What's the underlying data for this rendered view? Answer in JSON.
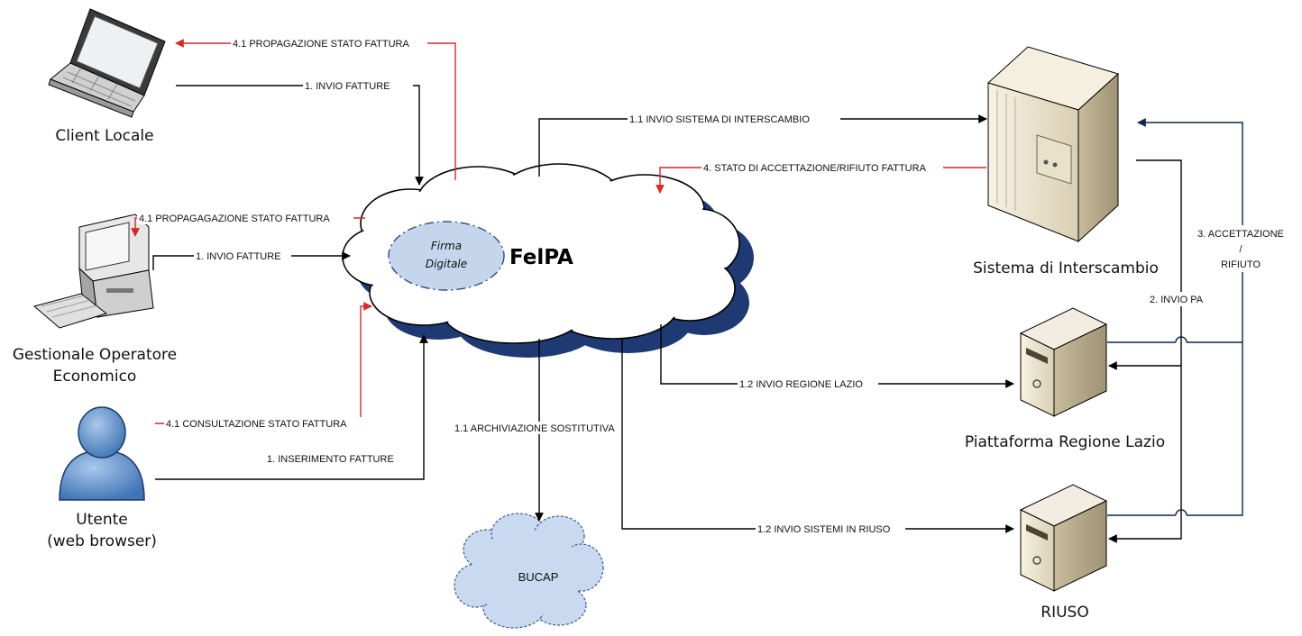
{
  "nodes": {
    "client_locale": "Client Locale",
    "gestionale_line1": "Gestionale Operatore",
    "gestionale_line2": "Economico",
    "utente_line1": "Utente",
    "utente_line2": "(web browser)",
    "felpa": "FelPA",
    "firma_line1": "Firma",
    "firma_line2": "Digitale",
    "sdi": "Sistema di Interscambio",
    "regione": "Piattaforma Regione Lazio",
    "riuso": "RIUSO",
    "bucap": "BUCAP"
  },
  "edges": {
    "prop_client": "4.1 PROPAGAZIONE STATO FATTURA",
    "invio_client": "1. INVIO FATTURE",
    "prop_gest": "4.1 PROPAGAGAZIONE STATO FATTURA",
    "invio_gest": "1. INVIO FATTURE",
    "consult_utente": "4.1 CONSULTAZIONE STATO FATTURA",
    "inserimento": "1. INSERIMENTO FATTURE",
    "invio_sdi": "1.1 INVIO SISTEMA DI INTERSCAMBIO",
    "stato_sdi": "4. STATO DI ACCETTAZIONE/RIFIUTO FATTURA",
    "archiviazione": "1.1 ARCHIVIAZIONE SOSTITUTIVA",
    "invio_regione": "1.2 INVIO REGIONE LAZIO",
    "invio_riuso": "1.2 INVIO SISTEMI IN RIUSO",
    "invio_pa": "2. INVIO PA",
    "accettazione_line1": "3. ACCETTAZIONE",
    "accettazione_line2": "/",
    "accettazione_line3": "RIFIUTO"
  },
  "colors": {
    "black_edges": "#000000",
    "red_edges": "#d42a2a",
    "navy_edges": "#0d2748",
    "cloud_fill": "#ffffff",
    "cloud_shadow": "#1f3a73",
    "firma_fill": "#c5d6ec",
    "bucap_fill": "#c9d9f0",
    "server_beige": "#ece4cf",
    "person_blue": "#5b8fcb"
  },
  "icons": [
    "laptop-icon",
    "desktop-computer-icon",
    "user-icon",
    "tower-server-icon",
    "server-icon",
    "cloud-icon"
  ]
}
